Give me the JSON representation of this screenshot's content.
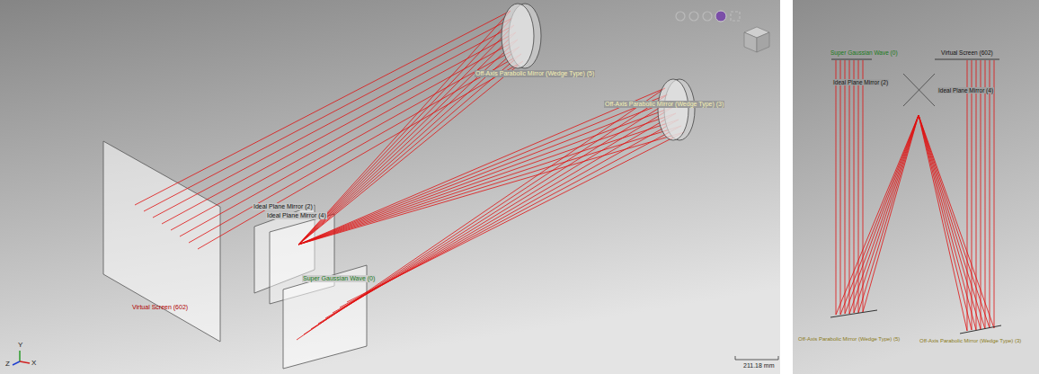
{
  "diagram": {
    "labels": [
      "Off-Axis Parabolic Mirror (Wedge Type) (5)",
      "Off-Axis Parabolic Mirror (Wedge Type) (3)",
      "Ideal Plane Mirror (2)",
      "Ideal Plane Mirror (4)",
      "Super Gaussian Wave (0)",
      "Virtual Screen (602)",
      "211.18 mm",
      "X",
      "Y",
      "Z",
      "Super Gaussian Wave (0)",
      "Virtual Screen (602)",
      "Ideal Plane Mirror (2)",
      "Ideal Plane Mirror (4)",
      "Off-Axis Parabolic Mirror (Wedge Type) (5)",
      "Off-Axis Parabolic Mirror (Wedge Type) (3)"
    ]
  }
}
